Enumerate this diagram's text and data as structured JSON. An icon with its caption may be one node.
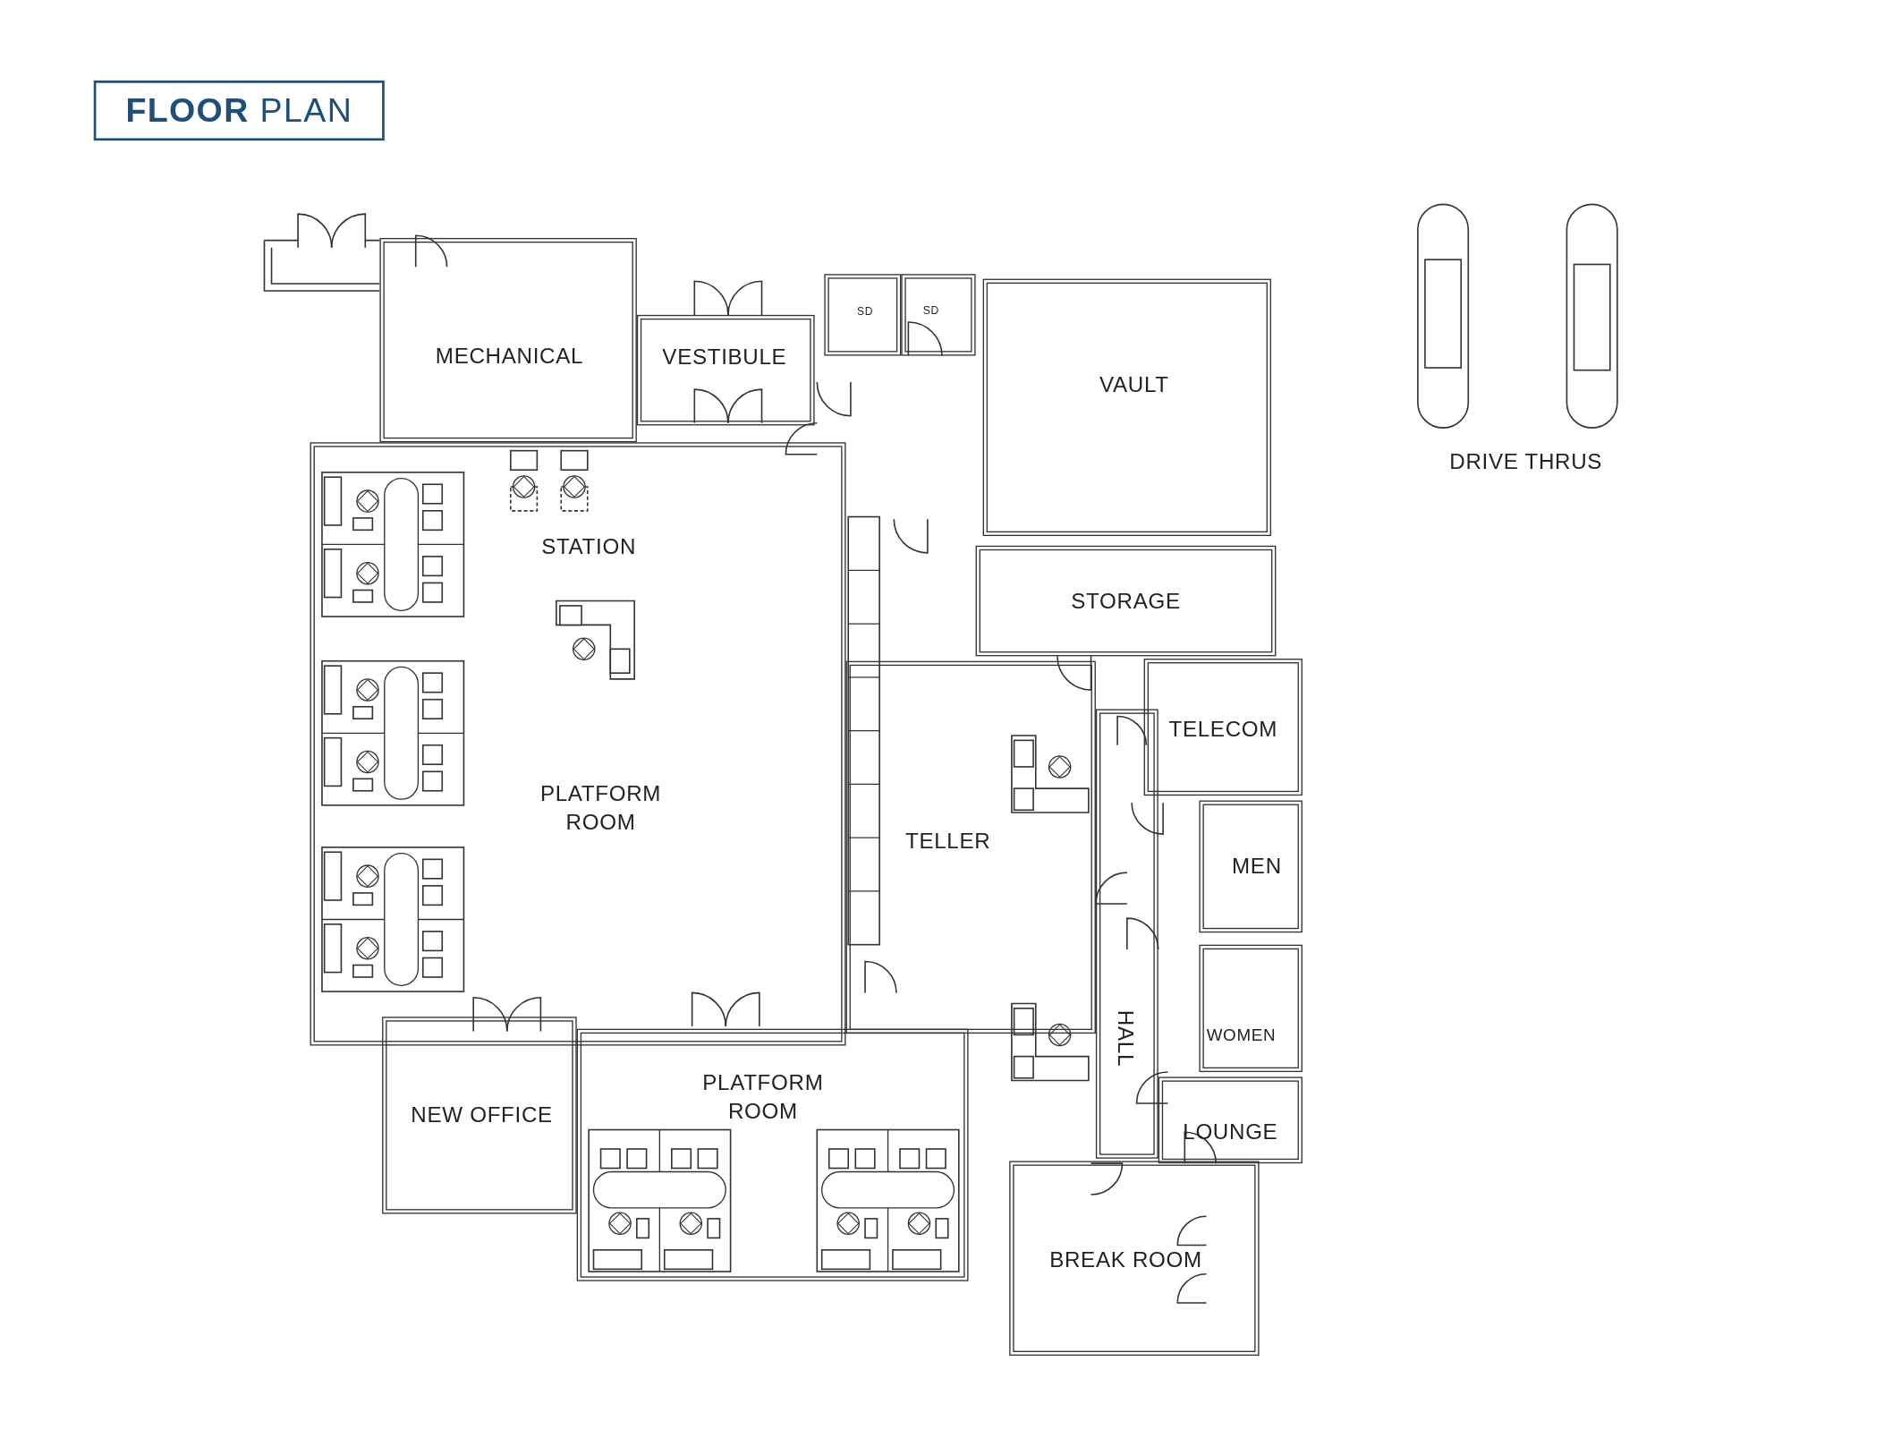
{
  "diagram": {
    "title": "**FLOOR** PLAN",
    "nodes": [
      {
        "text": [
          "MECHANICAL"
        ]
      },
      {
        "text": [
          "VESTIBULE"
        ]
      },
      {
        "text": [
          "SD"
        ]
      },
      {
        "text": [
          "SD"
        ]
      },
      {
        "text": [
          "VAULT"
        ]
      },
      {
        "text": [
          "STORAGE"
        ]
      },
      {
        "text": [
          "STATION",
          "PLATFORM ROOM"
        ]
      },
      {
        "text": [
          "TELLER"
        ]
      },
      {
        "text": [
          "TELECOM"
        ]
      },
      {
        "text": [
          "MEN"
        ]
      },
      {
        "text": [
          "WOMEN"
        ]
      },
      {
        "text": [
          "HALL"
        ]
      },
      {
        "text": [
          "LOUNGE"
        ]
      },
      {
        "text": [
          "NEW OFFICE"
        ]
      },
      {
        "text": [
          "PLATFORM ROOM"
        ]
      },
      {
        "text": [
          "BREAK ROOM"
        ]
      }
    ],
    "edges": [],
    "labels": [
      "DRIVE THRUS"
    ]
  }
}
